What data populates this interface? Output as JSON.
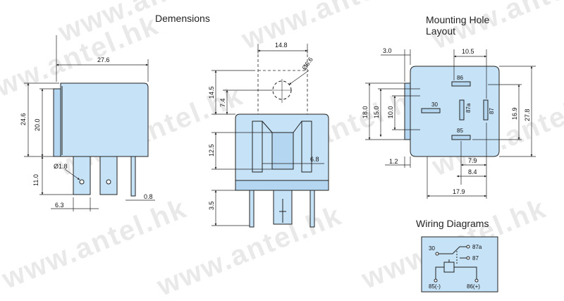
{
  "titles": {
    "dimensions": "Demensions",
    "mounting_line1": "Mounting Hole",
    "mounting_line2": "Layout",
    "wiring": "Wiring Diagrams"
  },
  "watermark": "www.antel.hk",
  "colors": {
    "body_fill": "#c6e2f7",
    "body_fill_dark": "#b4d6f0",
    "outline": "#222222"
  },
  "side_view": {
    "width": "27.6",
    "height_total": "24.6",
    "height_body": "20.0",
    "pin_length": "11.0",
    "hole_dia": "Ø1.8",
    "pin_offset": "6.3",
    "pin_thickness": "0.8"
  },
  "front_view": {
    "hole_spacing": "14.8",
    "hole_dia": "Ø6.6",
    "flange_height": "14.5",
    "hole_center": "7.4",
    "body_height": "12.5",
    "pin_length": "3.5",
    "inner_width": "6.8"
  },
  "mounting": {
    "top_offset": "3.0",
    "top_width": "10.5",
    "h18": "18.0",
    "h15": "15.0",
    "h10": "10.0",
    "h16_9": "16.9",
    "h27_8": "27.8",
    "left_gap": "1.2",
    "w7_9": "7.9",
    "w8_4": "8.4",
    "w17_9": "17.9",
    "pins": {
      "p86": "86",
      "p30": "30",
      "p87a": "87a",
      "p87": "87",
      "p85": "85"
    }
  },
  "wiring": {
    "t30": "30",
    "t87a": "87a",
    "t87": "87",
    "t85": "85(-)",
    "t86": "86(+)"
  }
}
